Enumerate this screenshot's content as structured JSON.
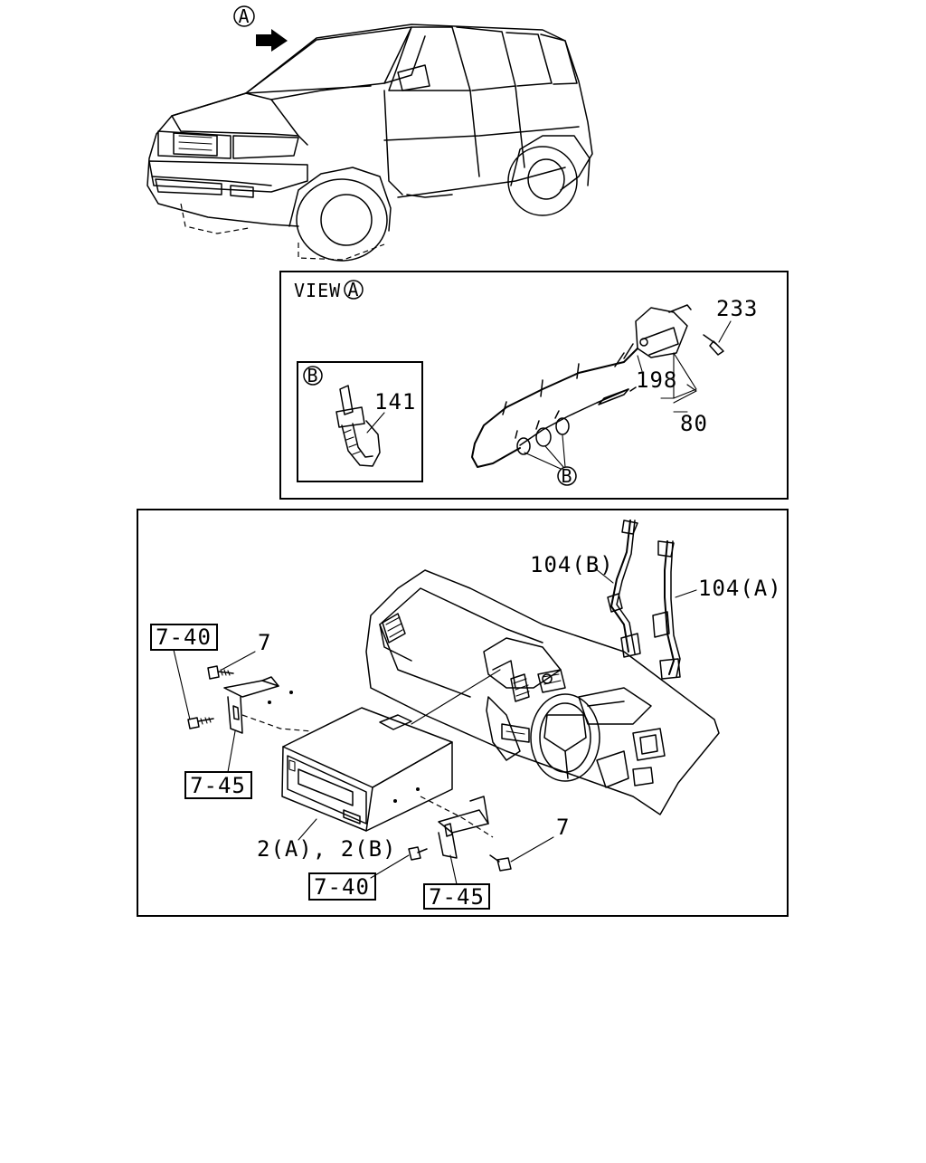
{
  "top_view": {
    "callout": "A"
  },
  "view_panel": {
    "title_prefix": "VIEW",
    "title_callout": "A",
    "inset_callout": "B",
    "labels": {
      "p141": "141",
      "p233": "233",
      "p198": "198",
      "p80": "80",
      "clip_callout": "B"
    }
  },
  "audio_panel": {
    "labels": {
      "p104b": "104(B)",
      "p104a": "104(A)",
      "p7_top": "7",
      "p7_bottom": "7",
      "p740_top": "7-40",
      "p745_top": "7-45",
      "p2": "2(A), 2(B)",
      "p740_bottom": "7-40",
      "p745_bottom": "7-45"
    }
  }
}
